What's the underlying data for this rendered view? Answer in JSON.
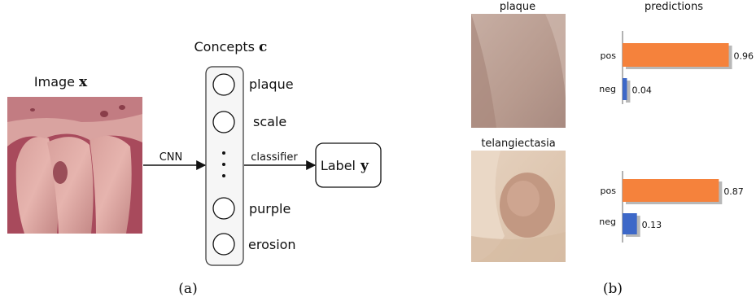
{
  "panel_a": {
    "image_label": "Image",
    "image_symbol": "x",
    "concepts_title": "Concepts",
    "concepts_symbol": "c",
    "concepts": [
      "plaque",
      "scale",
      "purple",
      "erosion"
    ],
    "arrow1_label": "CNN",
    "arrow2_label": "classifier",
    "label_text": "Label",
    "label_symbol": "y",
    "caption": "(a)"
  },
  "panel_b": {
    "predictions_title": "predictions",
    "caption": "(b)",
    "examples": [
      {
        "concept": "plaque",
        "pos": 0.96,
        "neg": 0.04,
        "pos_label": "0.96",
        "neg_label": "0.04"
      },
      {
        "concept": "telangiectasia",
        "pos": 0.87,
        "neg": 0.13,
        "pos_label": "0.87",
        "neg_label": "0.13"
      }
    ],
    "category_labels": [
      "pos",
      "neg"
    ]
  },
  "colors": {
    "pos": "#f5823c",
    "neg": "#3d68c8",
    "shadow": "#b8b8b8"
  }
}
